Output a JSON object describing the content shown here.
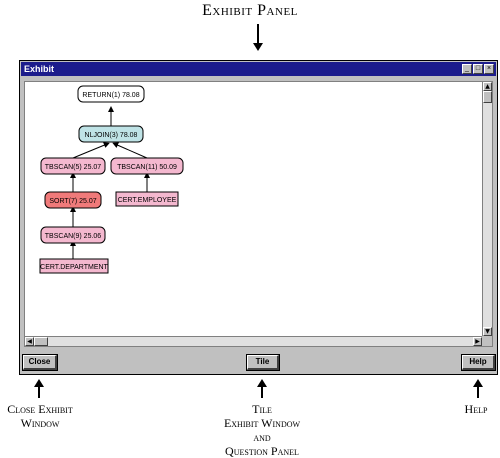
{
  "annotations": {
    "top": "Exhibit Panel",
    "close": [
      "Close Exhibit",
      "Window"
    ],
    "tile": [
      "Tile",
      "Exhibit Window",
      "and",
      "Question Panel"
    ],
    "help": "Help"
  },
  "window": {
    "title": "Exhibit",
    "controls": [
      "_",
      "□",
      "×"
    ]
  },
  "buttons": {
    "close": "Close",
    "tile": "Tile",
    "help": "Help"
  },
  "diagram": {
    "nodes": [
      {
        "id": "return",
        "label": "RETURN(1) 78.08",
        "fill": "#ffffff"
      },
      {
        "id": "nljoin",
        "label": "NLJOIN(3) 78.08",
        "fill": "#bfe3e6"
      },
      {
        "id": "tbscan5",
        "label": "TBSCAN(5) 25.07",
        "fill": "#f4b8cf"
      },
      {
        "id": "tbscan11",
        "label": "TBSCAN(11) 50.09",
        "fill": "#f4b8cf"
      },
      {
        "id": "sort",
        "label": "SORT(7) 25.07",
        "fill": "#f07a7a"
      },
      {
        "id": "employee",
        "label": "CERT.EMPLOYEE",
        "fill": "#f4b8cf"
      },
      {
        "id": "tbscan9",
        "label": "TBSCAN(9) 25.06",
        "fill": "#f4b8cf"
      },
      {
        "id": "department",
        "label": "CERT.DEPARTMENT",
        "fill": "#f4b8cf"
      }
    ]
  }
}
